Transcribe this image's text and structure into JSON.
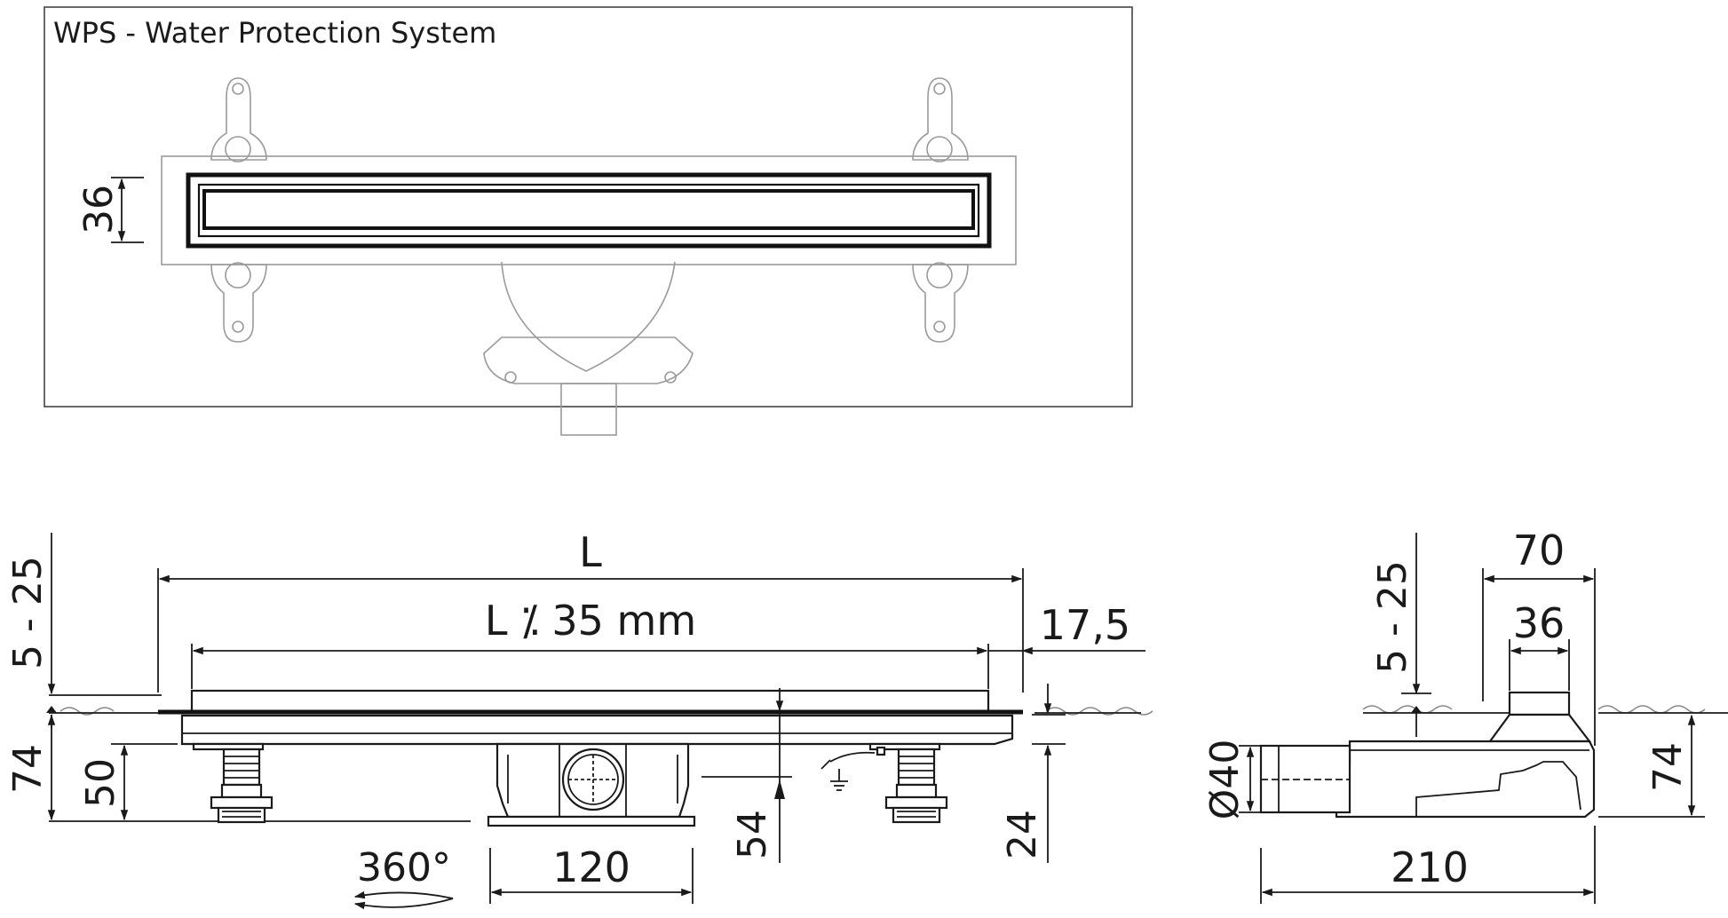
{
  "title": "WPS - Water Protection System",
  "top_view": {
    "grate_width": "36"
  },
  "side_view": {
    "length": "L",
    "inner_length": "L ⁒ 35 mm",
    "edge_offset": "17,5",
    "adjust_range": "5 - 25",
    "total_height": "74",
    "body_height": "50",
    "outlet_height": "54",
    "outlet_offset": "24",
    "outlet_width": "120",
    "rotation": "360°"
  },
  "section_view": {
    "adjust_range": "5 - 25",
    "top_width": "70",
    "grate_width": "36",
    "outlet_diameter": "Ø40",
    "height": "74",
    "total_width": "210"
  }
}
